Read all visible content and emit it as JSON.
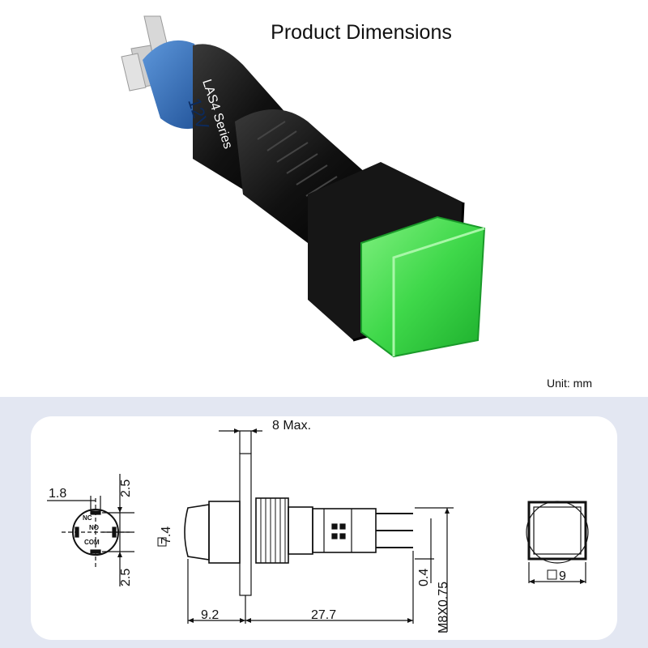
{
  "header": {
    "title": "Product Dimensions"
  },
  "product": {
    "series_label": "LAS4 Series",
    "voltage_label": "12V",
    "cap_color": "#3fd84a",
    "body_color": "#111111",
    "base_color": "#2f6fbf"
  },
  "unit_label": "Unit: mm",
  "colors": {
    "page_bg": "#ffffff",
    "panel_bg": "#e3e7f2",
    "card_bg": "#ffffff",
    "line": "#111111"
  },
  "dimensions": {
    "max_panel": "8 Max.",
    "front_length": "9.2",
    "body_length": "27.7",
    "thread": "M8X0.75",
    "terminal_thickness": "0.4",
    "cap_square": "7.4",
    "front_square": "9",
    "pin_offset_x": "1.8",
    "pin_pitch_top": "2.5",
    "pin_pitch_bottom": "2.5"
  },
  "pins": {
    "nc": "NC",
    "no": "NO",
    "com": "COM"
  }
}
